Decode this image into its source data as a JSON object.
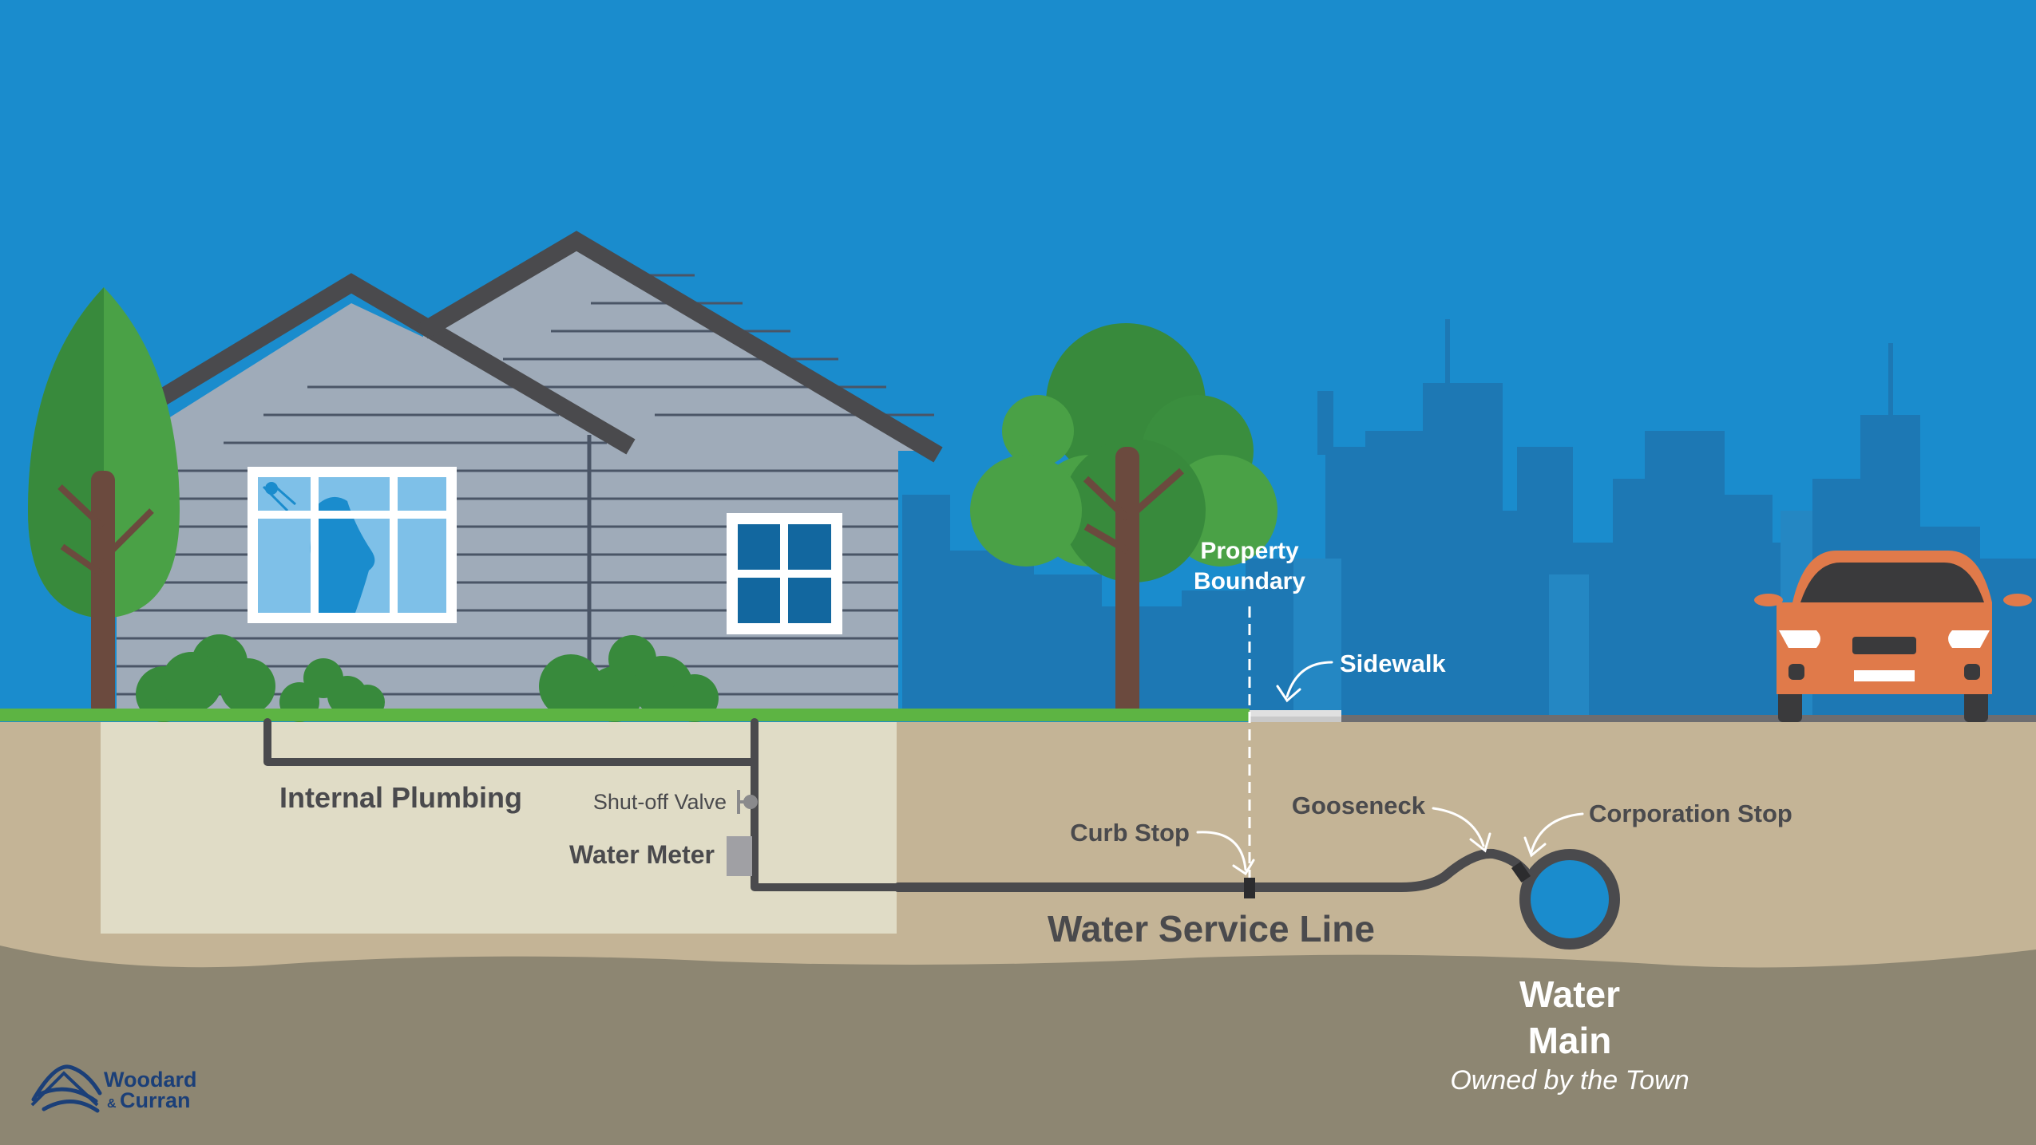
{
  "labels": {
    "internal_plumbing": "Internal Plumbing",
    "shutoff_valve": "Shut-off Valve",
    "water_meter": "Water Meter",
    "curb_stop": "Curb Stop",
    "gooseneck": "Gooseneck",
    "corporation_stop": "Corporation Stop",
    "water_service_line": "Water Service Line",
    "property_boundary_line1": "Property",
    "property_boundary_line2": "Boundary",
    "sidewalk": "Sidewalk",
    "water_main_line1": "Water",
    "water_main_line2": "Main",
    "water_main_owner": "Owned by the Town"
  },
  "logo": {
    "line1": "Woodard",
    "amp": "&",
    "line2": "Curran"
  },
  "colors": {
    "sky": "#1a8ccd",
    "skyline": "#1d78b4",
    "soil_top": "#c4b496",
    "soil_deep": "#8d8672",
    "basement": "#e0dcc6",
    "pipe": "#4a4a4d",
    "house_siding": "#9fabb9",
    "roof": "#4a4a4d",
    "tree_dark": "#388a3c",
    "tree_light": "#4aa146",
    "trunk": "#6b4a3e",
    "car": "#e07a4a",
    "water_main": "#1a8ccd"
  }
}
